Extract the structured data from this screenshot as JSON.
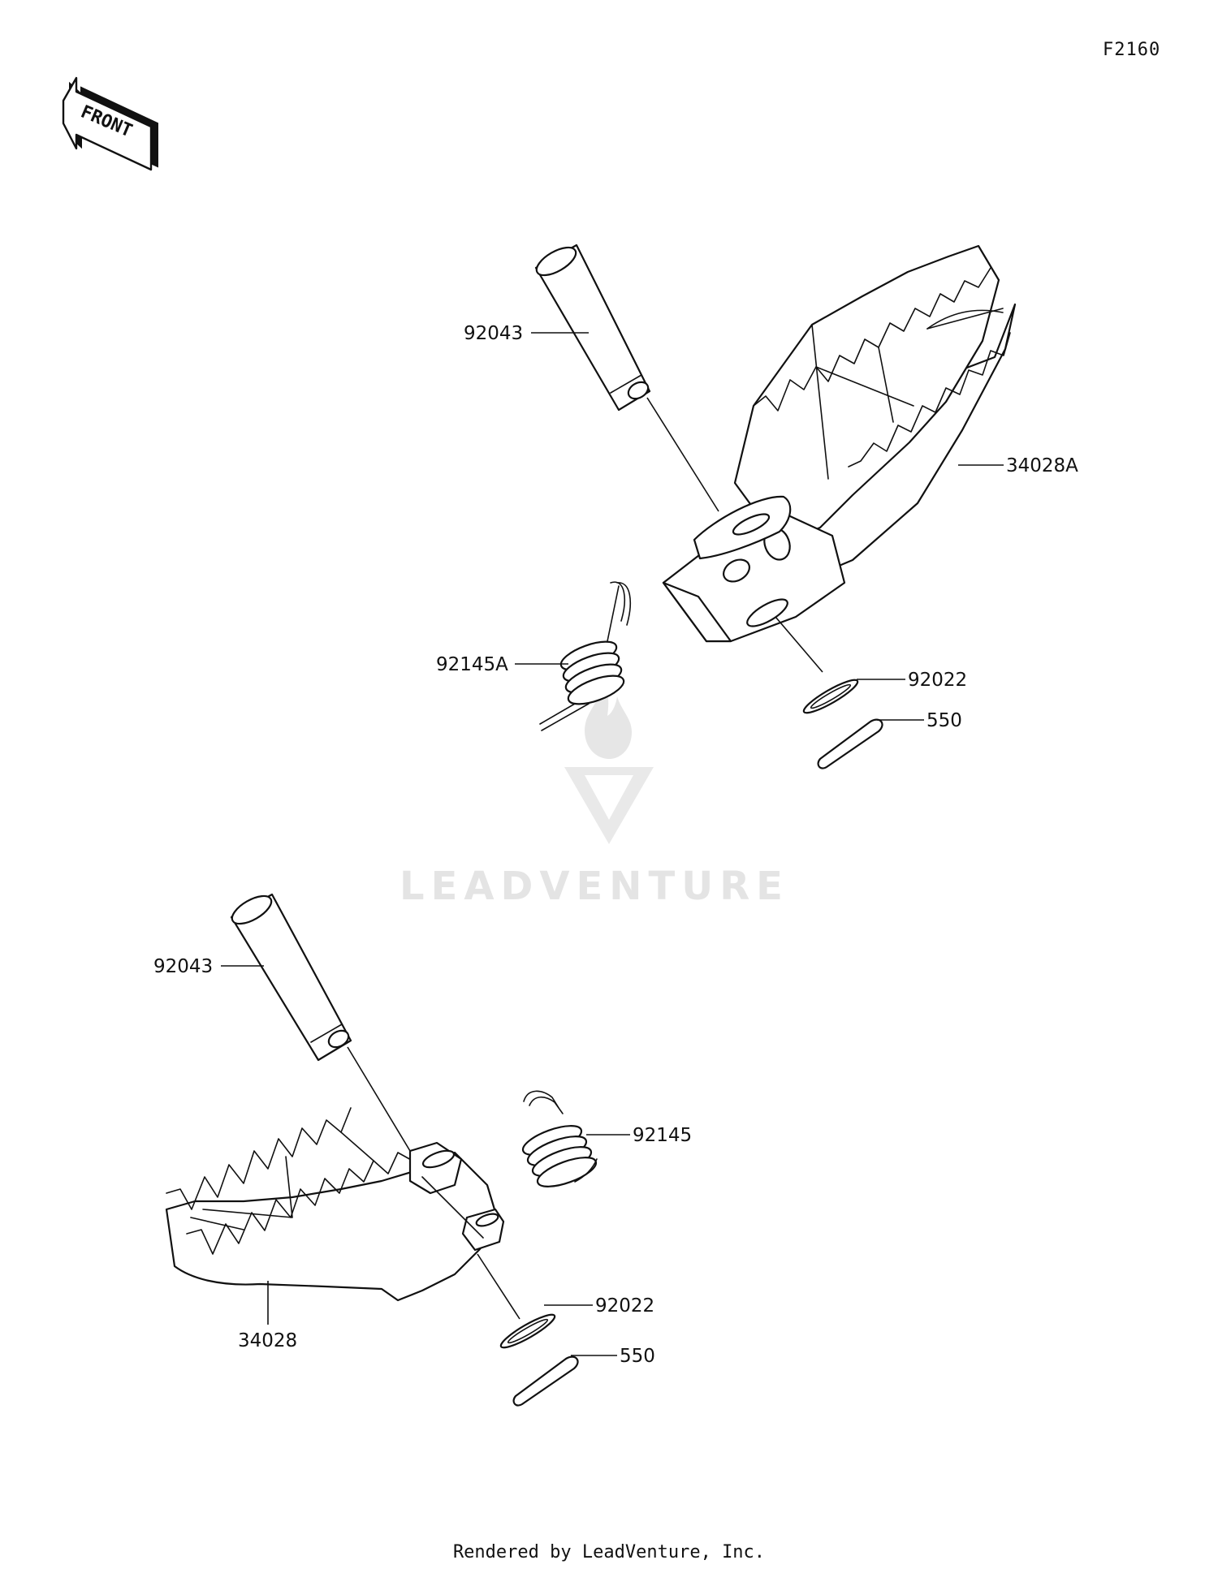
{
  "diagram_code": "F2160",
  "front_label": "FRONT",
  "watermark": "LEADVENTURE",
  "footer": "Rendered by LeadVenture, Inc.",
  "callouts": {
    "upper_pin": "92043",
    "upper_footpeg": "34028A",
    "upper_spring": "92145A",
    "upper_washer": "92022",
    "upper_cotter": "550",
    "lower_pin": "92043",
    "lower_spring": "92145",
    "lower_washer": "92022",
    "lower_cotter": "550",
    "lower_footpeg": "34028"
  }
}
